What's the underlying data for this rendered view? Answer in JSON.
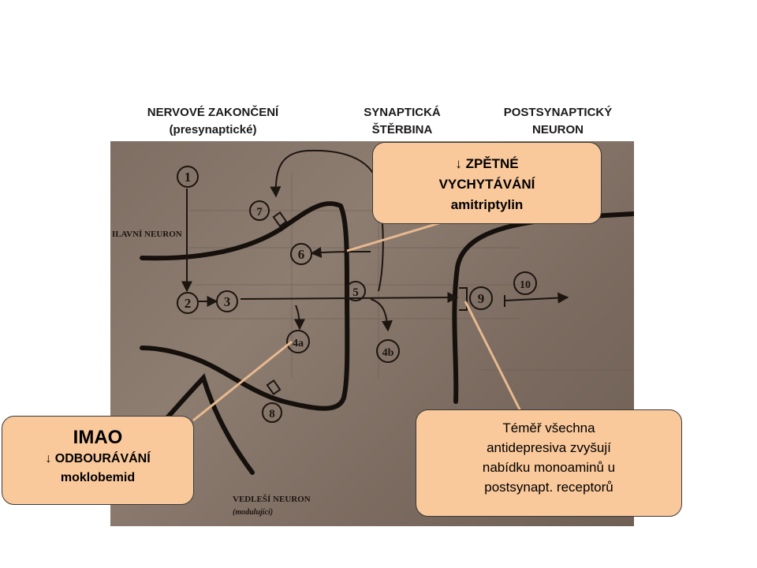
{
  "headers": {
    "presynaptic_line1": "NERVOVÉ ZAKONČENÍ",
    "presynaptic_line2": "(presynaptické)",
    "cleft_line1": "SYNAPTICKÁ",
    "cleft_line2": "ŠTĚRBINA",
    "postsynaptic_line1": "POSTSYNAPTICKÝ",
    "postsynaptic_line2": "NEURON"
  },
  "photo": {
    "main_neuron_label": "ILAVNÍ NEURON",
    "side_neuron_label": "VEDLEŠÍ NEURON",
    "side_neuron_sublabel": "(modulující)",
    "numbers": [
      "1",
      "2",
      "3",
      "4a",
      "4b",
      "5",
      "6",
      "7",
      "8",
      "9",
      "10"
    ]
  },
  "callouts": {
    "reuptake": {
      "line1": "↓ ZPĚTNÉ",
      "line2": "VYCHYTÁVÁNÍ",
      "line3": "amitriptylin"
    },
    "imao": {
      "title": "IMAO",
      "line2": "↓ ODBOURÁVÁNÍ",
      "line3": "moklobemid"
    },
    "antidepressants": {
      "line1": "Téměř všechna",
      "line2": "antidepresiva zvyšují",
      "line3": "nabídku monoaminů u",
      "line4": "postsynapt. receptorů"
    }
  },
  "colors": {
    "callout_fill": "#f9c89b",
    "photo_bg": "#7f6e63",
    "ink": "#1c1510"
  }
}
